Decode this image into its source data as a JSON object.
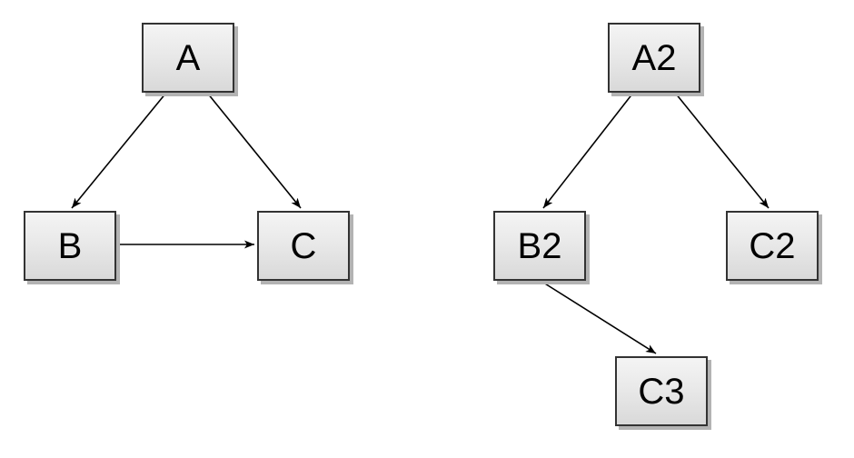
{
  "page": {
    "background_color": "#ffffff"
  },
  "style": {
    "node_fill_top": "#f4f4f4",
    "node_fill_bottom": "#d9d9d9",
    "node_border_color": "#333333",
    "node_shadow_color": "#b3b3b3",
    "edge_color": "#000000",
    "label_color": "#000000"
  },
  "diagrams": [
    {
      "name": "left-graph",
      "nodes": [
        {
          "id": "A",
          "label": "A"
        },
        {
          "id": "B",
          "label": "B"
        },
        {
          "id": "C",
          "label": "C"
        }
      ],
      "edges": [
        {
          "from": "A",
          "to": "B"
        },
        {
          "from": "A",
          "to": "C"
        },
        {
          "from": "B",
          "to": "C"
        }
      ]
    },
    {
      "name": "right-graph",
      "nodes": [
        {
          "id": "A2",
          "label": "A2"
        },
        {
          "id": "B2",
          "label": "B2"
        },
        {
          "id": "C2",
          "label": "C2"
        },
        {
          "id": "C3",
          "label": "C3"
        }
      ],
      "edges": [
        {
          "from": "A2",
          "to": "B2"
        },
        {
          "from": "A2",
          "to": "C2"
        },
        {
          "from": "B2",
          "to": "C3"
        }
      ]
    }
  ]
}
